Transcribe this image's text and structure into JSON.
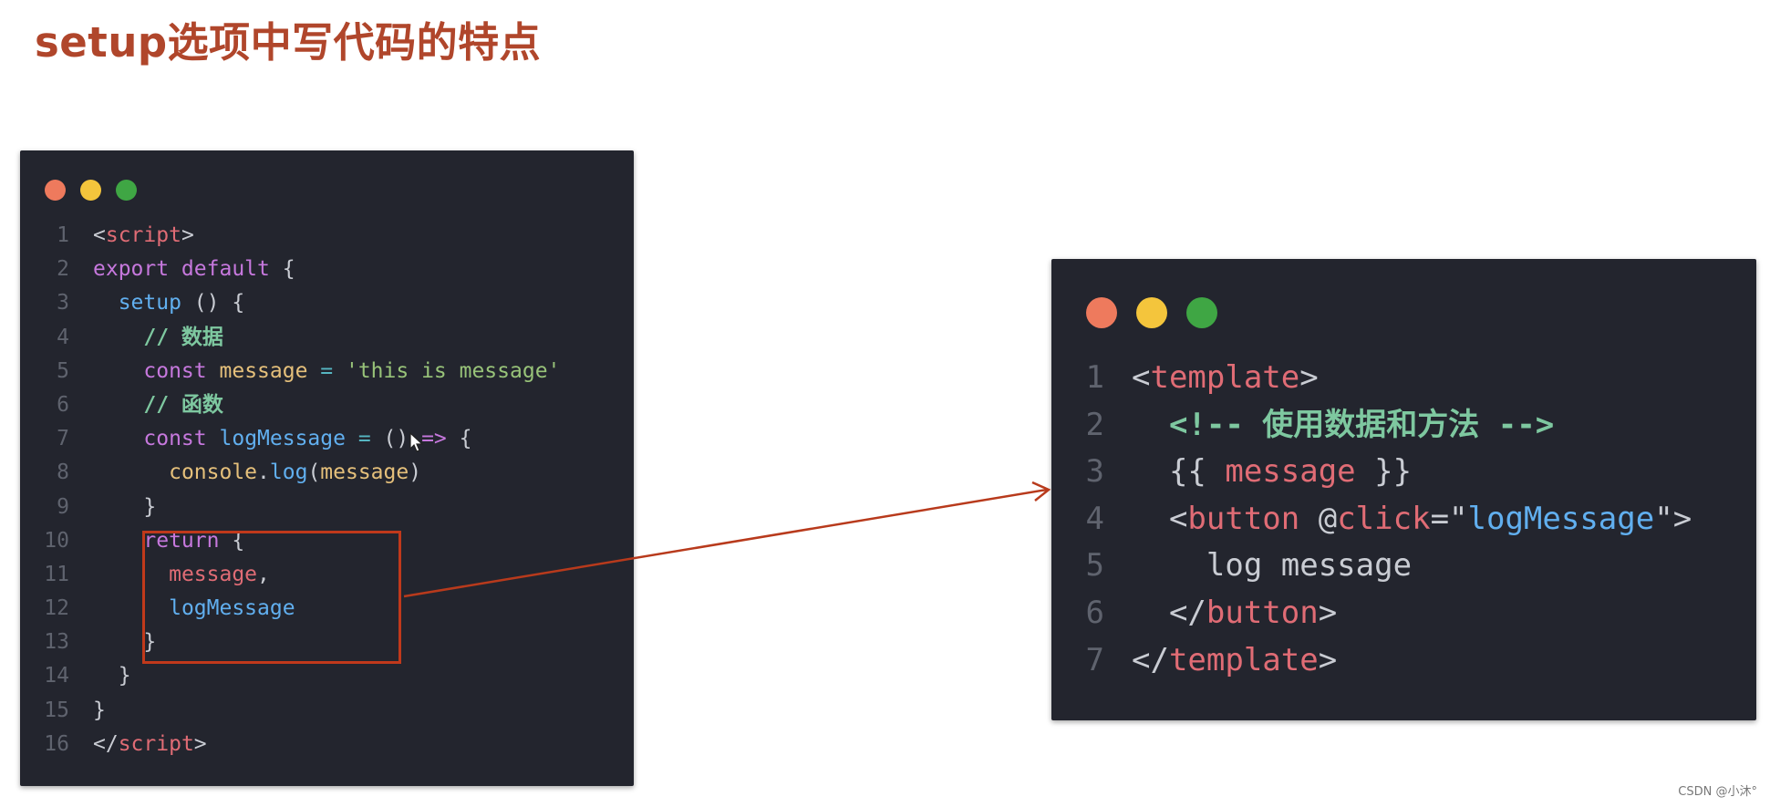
{
  "title": "setup选项中写代码的特点",
  "colors": {
    "title": "#b0462b",
    "window_bg": "#23252e",
    "dot_red": "#ee7a5d",
    "dot_yellow": "#f4c53c",
    "dot_green": "#3fa644",
    "highlight_border": "#c0391b",
    "arrow": "#b83a1c"
  },
  "left_window": {
    "lines": [
      {
        "num": "1",
        "tokens": [
          {
            "t": "<",
            "c": "punct"
          },
          {
            "t": "script",
            "c": "tag"
          },
          {
            "t": ">",
            "c": "punct"
          }
        ]
      },
      {
        "num": "2",
        "tokens": [
          {
            "t": "export default",
            "c": "keyword"
          },
          {
            "t": " {",
            "c": "punct"
          }
        ]
      },
      {
        "num": "3",
        "tokens": [
          {
            "t": "  ",
            "c": "text"
          },
          {
            "t": "setup",
            "c": "func"
          },
          {
            "t": " () {",
            "c": "punct"
          }
        ]
      },
      {
        "num": "4",
        "tokens": [
          {
            "t": "    ",
            "c": "text"
          },
          {
            "t": "// 数据",
            "c": "comment"
          }
        ]
      },
      {
        "num": "5",
        "tokens": [
          {
            "t": "    ",
            "c": "text"
          },
          {
            "t": "const",
            "c": "keyword"
          },
          {
            "t": " ",
            "c": "text"
          },
          {
            "t": "message",
            "c": "var"
          },
          {
            "t": " = ",
            "c": "op"
          },
          {
            "t": "'this is message'",
            "c": "string"
          }
        ]
      },
      {
        "num": "6",
        "tokens": [
          {
            "t": "    ",
            "c": "text"
          },
          {
            "t": "// 函数",
            "c": "comment"
          }
        ]
      },
      {
        "num": "7",
        "tokens": [
          {
            "t": "    ",
            "c": "text"
          },
          {
            "t": "const",
            "c": "keyword"
          },
          {
            "t": " ",
            "c": "text"
          },
          {
            "t": "logMessage",
            "c": "func"
          },
          {
            "t": " = ",
            "c": "op"
          },
          {
            "t": "()",
            "c": "punct"
          },
          {
            "t": " => ",
            "c": "keyword"
          },
          {
            "t": "{",
            "c": "punct"
          }
        ]
      },
      {
        "num": "8",
        "tokens": [
          {
            "t": "      ",
            "c": "text"
          },
          {
            "t": "console",
            "c": "var"
          },
          {
            "t": ".",
            "c": "punct"
          },
          {
            "t": "log",
            "c": "func"
          },
          {
            "t": "(",
            "c": "punct"
          },
          {
            "t": "message",
            "c": "var"
          },
          {
            "t": ")",
            "c": "punct"
          }
        ]
      },
      {
        "num": "9",
        "tokens": [
          {
            "t": "    }",
            "c": "punct"
          }
        ]
      },
      {
        "num": "10",
        "tokens": [
          {
            "t": "    ",
            "c": "text"
          },
          {
            "t": "return",
            "c": "keyword"
          },
          {
            "t": " {",
            "c": "punct"
          }
        ]
      },
      {
        "num": "11",
        "tokens": [
          {
            "t": "      ",
            "c": "text"
          },
          {
            "t": "message",
            "c": "prop"
          },
          {
            "t": ",",
            "c": "punct"
          }
        ]
      },
      {
        "num": "12",
        "tokens": [
          {
            "t": "      ",
            "c": "text"
          },
          {
            "t": "logMessage",
            "c": "func"
          }
        ]
      },
      {
        "num": "13",
        "tokens": [
          {
            "t": "    }",
            "c": "punct"
          }
        ]
      },
      {
        "num": "14",
        "tokens": [
          {
            "t": "  }",
            "c": "punct"
          }
        ]
      },
      {
        "num": "15",
        "tokens": [
          {
            "t": "}",
            "c": "punct"
          }
        ]
      },
      {
        "num": "16",
        "tokens": [
          {
            "t": "</",
            "c": "punct"
          },
          {
            "t": "script",
            "c": "tag"
          },
          {
            "t": ">",
            "c": "punct"
          }
        ]
      }
    ]
  },
  "right_window": {
    "lines": [
      {
        "num": "1",
        "tokens": [
          {
            "t": "<",
            "c": "punct"
          },
          {
            "t": "template",
            "c": "tag"
          },
          {
            "t": ">",
            "c": "punct"
          }
        ]
      },
      {
        "num": "2",
        "tokens": [
          {
            "t": "  ",
            "c": "text"
          },
          {
            "t": "<!-- 使用数据和方法 -->",
            "c": "comment"
          }
        ]
      },
      {
        "num": "3",
        "tokens": [
          {
            "t": "  {{ ",
            "c": "punct"
          },
          {
            "t": "message",
            "c": "prop"
          },
          {
            "t": " }}",
            "c": "punct"
          }
        ]
      },
      {
        "num": "4",
        "tokens": [
          {
            "t": "  <",
            "c": "punct"
          },
          {
            "t": "button",
            "c": "tag"
          },
          {
            "t": " @",
            "c": "punct"
          },
          {
            "t": "click",
            "c": "tag"
          },
          {
            "t": "=\"",
            "c": "punct"
          },
          {
            "t": "logMessage",
            "c": "attr"
          },
          {
            "t": "\">",
            "c": "punct"
          }
        ]
      },
      {
        "num": "5",
        "tokens": [
          {
            "t": "    log message",
            "c": "text"
          }
        ]
      },
      {
        "num": "6",
        "tokens": [
          {
            "t": "  </",
            "c": "punct"
          },
          {
            "t": "button",
            "c": "tag"
          },
          {
            "t": ">",
            "c": "punct"
          }
        ]
      },
      {
        "num": "7",
        "tokens": [
          {
            "t": "</",
            "c": "punct"
          },
          {
            "t": "template",
            "c": "tag"
          },
          {
            "t": ">",
            "c": "punct"
          }
        ]
      }
    ]
  },
  "watermark": "CSDN @小沐°"
}
